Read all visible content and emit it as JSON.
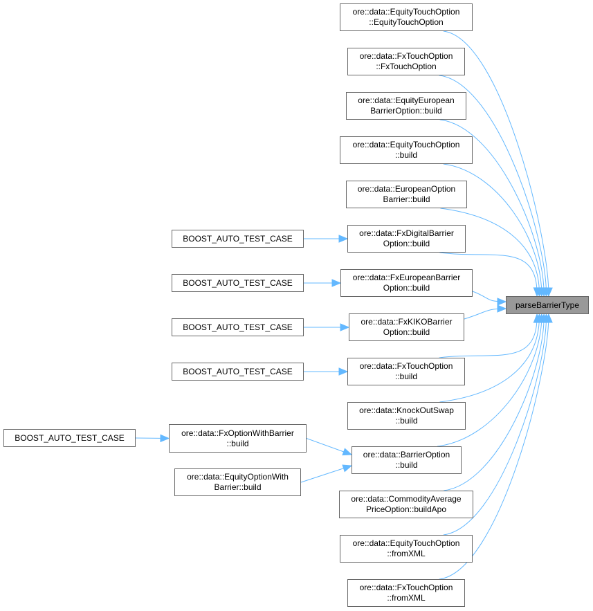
{
  "graph": {
    "title": "parseBarrierType caller graph",
    "edge_color": "#63b8ff",
    "target": {
      "id": "target",
      "lines": [
        "parseBarrierType"
      ],
      "fill": "#999999"
    },
    "nodes": [
      {
        "id": "n1",
        "lines": [
          "ore::data::EquityTouchOption",
          "::EquityTouchOption"
        ]
      },
      {
        "id": "n2",
        "lines": [
          "ore::data::FxTouchOption",
          "::FxTouchOption"
        ]
      },
      {
        "id": "n3",
        "lines": [
          "ore::data::EquityEuropean",
          "BarrierOption::build"
        ]
      },
      {
        "id": "n4",
        "lines": [
          "ore::data::EquityTouchOption",
          "::build"
        ]
      },
      {
        "id": "n5",
        "lines": [
          "ore::data::EuropeanOption",
          "Barrier::build"
        ]
      },
      {
        "id": "n6",
        "lines": [
          "ore::data::FxDigitalBarrier",
          "Option::build"
        ]
      },
      {
        "id": "n7",
        "lines": [
          "ore::data::FxEuropeanBarrier",
          "Option::build"
        ]
      },
      {
        "id": "n8",
        "lines": [
          "ore::data::FxKIKOBarrier",
          "Option::build"
        ]
      },
      {
        "id": "n9",
        "lines": [
          "ore::data::FxTouchOption",
          "::build"
        ]
      },
      {
        "id": "n10",
        "lines": [
          "ore::data::KnockOutSwap",
          "::build"
        ]
      },
      {
        "id": "n11",
        "lines": [
          "ore::data::BarrierOption",
          "::build"
        ]
      },
      {
        "id": "n12",
        "lines": [
          "ore::data::CommodityAverage",
          "PriceOption::buildApo"
        ]
      },
      {
        "id": "n13",
        "lines": [
          "ore::data::EquityTouchOption",
          "::fromXML"
        ]
      },
      {
        "id": "n14",
        "lines": [
          "ore::data::FxTouchOption",
          "::fromXML"
        ]
      },
      {
        "id": "b1",
        "lines": [
          "BOOST_AUTO_TEST_CASE"
        ]
      },
      {
        "id": "b2",
        "lines": [
          "BOOST_AUTO_TEST_CASE"
        ]
      },
      {
        "id": "b3",
        "lines": [
          "BOOST_AUTO_TEST_CASE"
        ]
      },
      {
        "id": "b4",
        "lines": [
          "BOOST_AUTO_TEST_CASE"
        ]
      },
      {
        "id": "b5",
        "lines": [
          "BOOST_AUTO_TEST_CASE"
        ]
      },
      {
        "id": "m1",
        "lines": [
          "ore::data::FxOptionWithBarrier",
          "::build"
        ]
      },
      {
        "id": "m2",
        "lines": [
          "ore::data::EquityOptionWith",
          "Barrier::build"
        ]
      }
    ],
    "edges": [
      {
        "from": "n1",
        "to": "target"
      },
      {
        "from": "n2",
        "to": "target"
      },
      {
        "from": "n3",
        "to": "target"
      },
      {
        "from": "n4",
        "to": "target"
      },
      {
        "from": "n5",
        "to": "target"
      },
      {
        "from": "n6",
        "to": "target"
      },
      {
        "from": "n7",
        "to": "target"
      },
      {
        "from": "n8",
        "to": "target"
      },
      {
        "from": "n9",
        "to": "target"
      },
      {
        "from": "n10",
        "to": "target"
      },
      {
        "from": "n11",
        "to": "target"
      },
      {
        "from": "n12",
        "to": "target"
      },
      {
        "from": "n13",
        "to": "target"
      },
      {
        "from": "n14",
        "to": "target"
      },
      {
        "from": "b1",
        "to": "n6"
      },
      {
        "from": "b2",
        "to": "n7"
      },
      {
        "from": "b3",
        "to": "n8"
      },
      {
        "from": "b4",
        "to": "n9"
      },
      {
        "from": "b5",
        "to": "m1"
      },
      {
        "from": "m1",
        "to": "n11"
      },
      {
        "from": "m2",
        "to": "n11"
      }
    ]
  }
}
